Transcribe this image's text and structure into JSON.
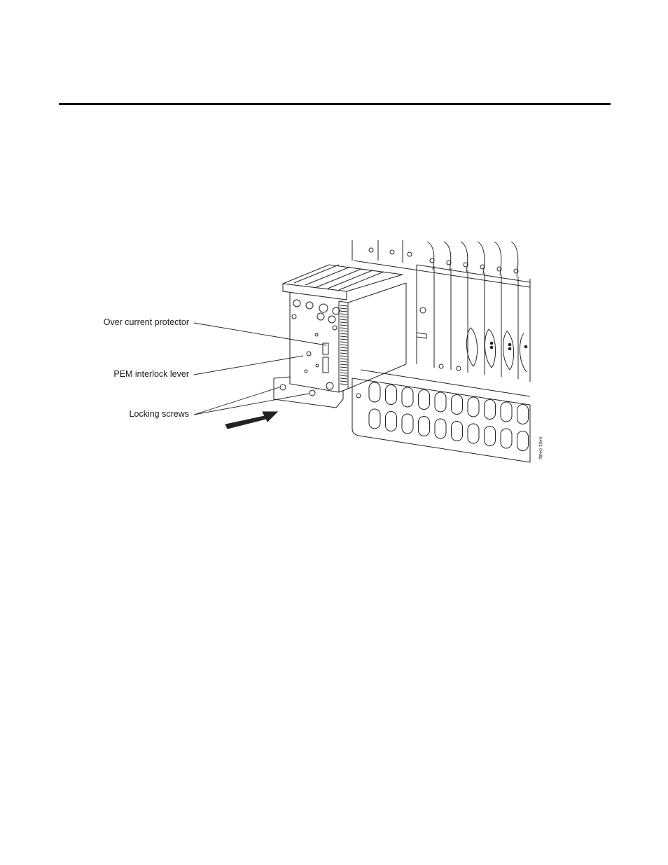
{
  "figure": {
    "callouts": {
      "over_current_protector": "Over current protector",
      "pem_interlock_lever": "PEM interlock lever",
      "locking_screws": "Locking screws"
    },
    "figure_id": "h491 04dlp"
  }
}
